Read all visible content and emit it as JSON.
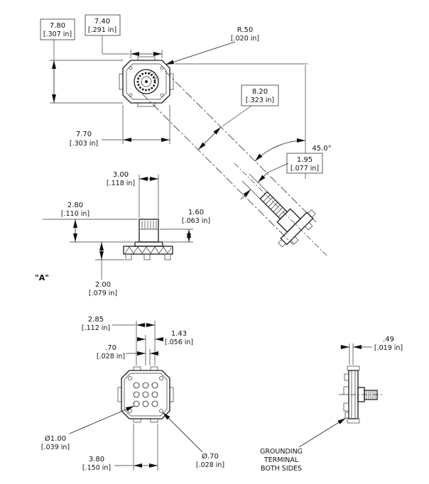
{
  "front_view": {
    "height": {
      "mm": "7.80",
      "inch": "[.307 in]"
    },
    "width_top": {
      "mm": "7.40",
      "inch": "[.291 in]"
    },
    "corner_radius": {
      "mm": "R.50",
      "inch": "[.020 in]"
    },
    "swing_clearance": {
      "mm": "8.20",
      "inch": "[.323 in]"
    },
    "rotation_angle": "45.0°",
    "shaft_thickness": {
      "mm": "1.95",
      "inch": "[.077 in]"
    },
    "width_bottom": {
      "mm": "7.70",
      "inch": "[.303 in]"
    }
  },
  "side_view": {
    "view_label": "\"A\"",
    "shaft_width": {
      "mm": "3.00",
      "inch": "[.118 in]"
    },
    "shaft_height": {
      "mm": "2.80",
      "inch": "[.110 in]"
    },
    "tip_height": {
      "mm": "1.60",
      "inch": "[.063 in]"
    },
    "base_height": {
      "mm": "2.00",
      "inch": "[.079 in]"
    }
  },
  "bottom_view": {
    "pin_span": {
      "mm": "2.85",
      "inch": "[.112 in]"
    },
    "pin_pitch": {
      "mm": "1.43",
      "inch": "[.056 in]"
    },
    "pin_offset": {
      "mm": ".70",
      "inch": "[.028 in]"
    },
    "hole_large": {
      "mm": "Ø1.00",
      "inch": "[.039 in]"
    },
    "mount_span": {
      "mm": "3.80",
      "inch": "[.150 in]"
    },
    "hole_small": {
      "mm": "Ø.70",
      "inch": "[.028 in]"
    }
  },
  "right_view": {
    "terminal_thickness": {
      "mm": ".49",
      "inch": "[.019 in]"
    },
    "note_line1": "GROUNDING",
    "note_line2": "TERMINAL",
    "note_line3": "BOTH SIDES"
  }
}
